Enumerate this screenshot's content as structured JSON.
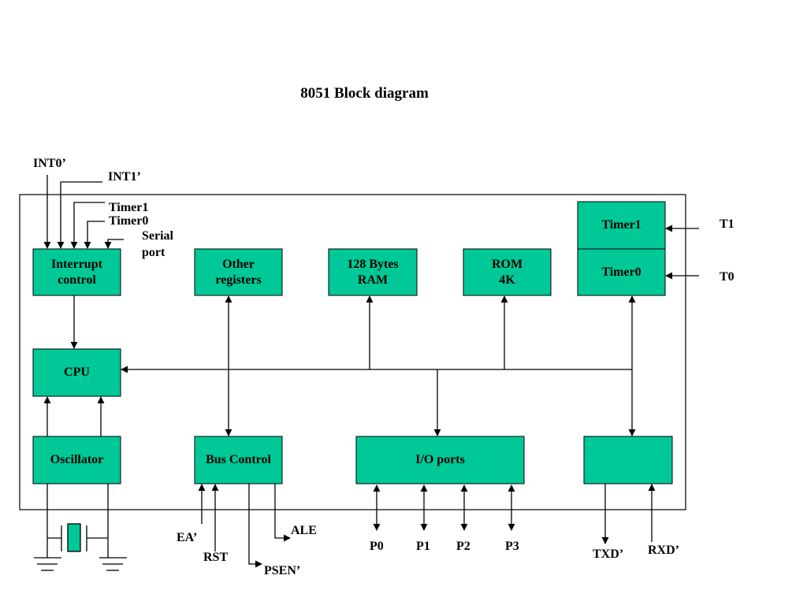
{
  "title": "8051 Block diagram",
  "colors": {
    "block_fill": "#00c896",
    "line": "#000000",
    "background": "#ffffff"
  },
  "blocks": {
    "interrupt_control": "Interrupt\ncontrol",
    "other_registers": "Other\nregisters",
    "ram": "128 Bytes\nRAM",
    "rom": "ROM\n4K",
    "timer1": "Timer1",
    "timer0": "Timer0",
    "cpu": "CPU",
    "oscillator": "Oscillator",
    "bus_control": "Bus Control",
    "io_ports": "I/O ports",
    "serial_port": ""
  },
  "interrupt_inputs": {
    "int0": "INT0’",
    "int1": "INT1’",
    "timer1": "Timer1",
    "timer0": "Timer0",
    "serial": "Serial\nport"
  },
  "timer_inputs": {
    "t1": "T1",
    "t0": "T0"
  },
  "bus_control_signals": {
    "ea": "EA’",
    "rst": "RST",
    "ale": "ALE",
    "psen": "PSEN’"
  },
  "ports": [
    "P0",
    "P1",
    "P2",
    "P3"
  ],
  "serial_signals": {
    "txd": "TXD’",
    "rxd": "RXD’"
  }
}
